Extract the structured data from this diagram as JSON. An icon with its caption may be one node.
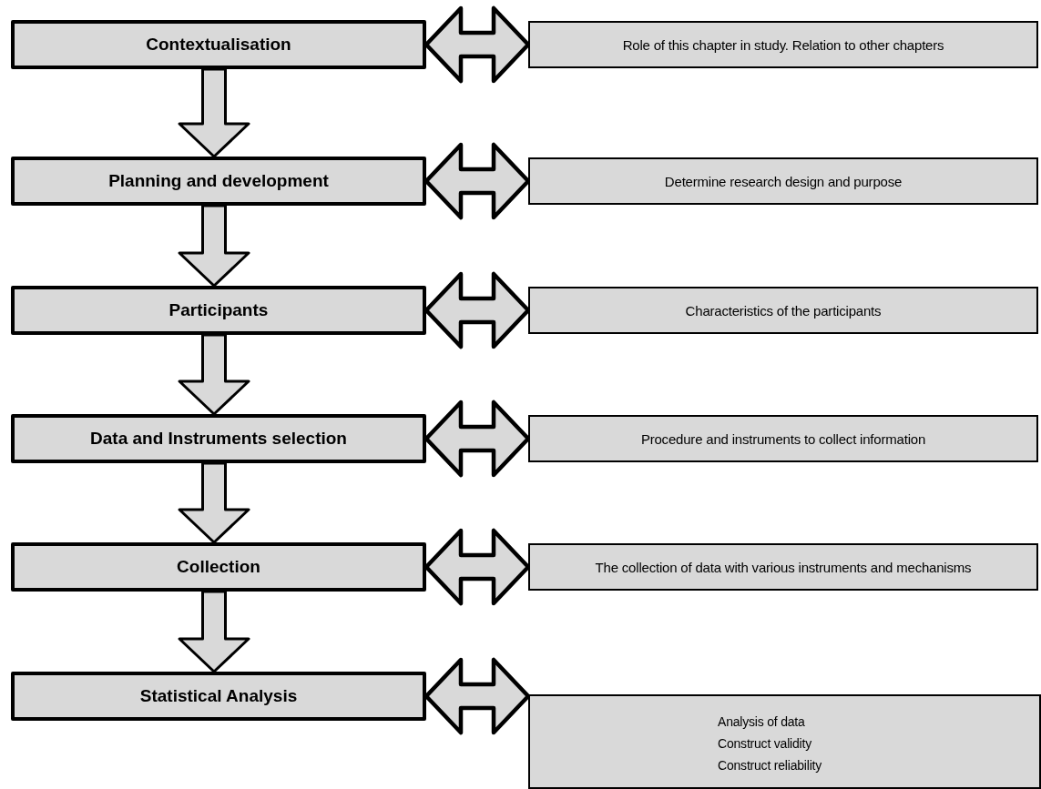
{
  "diagram": {
    "nodes": [
      {
        "text": [
          "Contextualisation"
        ]
      },
      {
        "text": [
          "Role of this chapter in study.  Relation to other chapters"
        ]
      },
      {
        "text": [
          "Planning and development"
        ]
      },
      {
        "text": [
          "Determine research design and purpose"
        ]
      },
      {
        "text": [
          "Participants"
        ]
      },
      {
        "text": [
          "Characteristics of the participants"
        ]
      },
      {
        "text": [
          "Data and Instruments selection"
        ]
      },
      {
        "text": [
          "Procedure and instruments to collect information"
        ]
      },
      {
        "text": [
          "Collection"
        ]
      },
      {
        "text": [
          "The collection of data with various instruments and mechanisms"
        ]
      },
      {
        "text": [
          "Statistical Analysis"
        ]
      },
      {
        "text": [
          "Analysis of data",
          "Construct validity",
          "Construct reliability"
        ]
      }
    ],
    "edges": [
      {
        "from": 0,
        "to": 1,
        "arrow": "both"
      },
      {
        "from": 0,
        "to": 2,
        "arrow": "to"
      },
      {
        "from": 2,
        "to": 3,
        "arrow": "both"
      },
      {
        "from": 2,
        "to": 4,
        "arrow": "to"
      },
      {
        "from": 4,
        "to": 5,
        "arrow": "both"
      },
      {
        "from": 4,
        "to": 6,
        "arrow": "to"
      },
      {
        "from": 6,
        "to": 7,
        "arrow": "both"
      },
      {
        "from": 6,
        "to": 8,
        "arrow": "to"
      },
      {
        "from": 8,
        "to": 9,
        "arrow": "both"
      },
      {
        "from": 8,
        "to": 10,
        "arrow": "to"
      },
      {
        "from": 10,
        "to": 11,
        "arrow": "both"
      }
    ]
  }
}
